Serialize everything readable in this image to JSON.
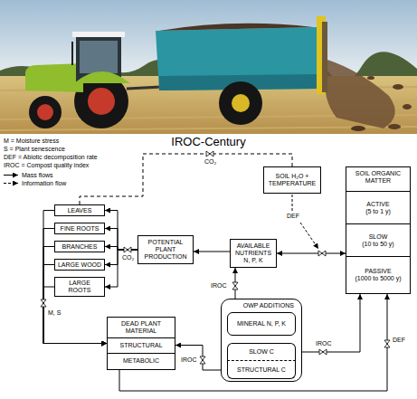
{
  "diagram": {
    "title": "IROC-Century",
    "nodes": [
      {
        "text": [
          "LEAVES"
        ]
      },
      {
        "text": [
          "FINE ROOTS"
        ]
      },
      {
        "text": [
          "BRANCHES"
        ]
      },
      {
        "text": [
          "LARGE WOOD"
        ]
      },
      {
        "text": [
          "LARGE ROOTS"
        ]
      },
      {
        "text": [
          "POTENTIAL PLANT PRODUCTION"
        ]
      },
      {
        "text": [
          "SOIL H₂O + TEMPERATURE"
        ]
      },
      {
        "text": [
          "SOIL ORGANIC MATTER"
        ]
      },
      {
        "text": [
          "ACTIVE",
          "(5 to 1 y)"
        ],
        "in": 7
      },
      {
        "text": [
          "SLOW",
          "(10 to 50 y)"
        ],
        "in": 7
      },
      {
        "text": [
          "PASSIVE",
          "(1000 to 5000 y)"
        ],
        "in": 7
      },
      {
        "text": [
          "AVAILABLE NUTRIENTS N, P, K"
        ]
      },
      {
        "text": [
          "DEAD PLANT MATERIAL"
        ]
      },
      {
        "text": [
          "STRUCTURAL"
        ],
        "in": 12
      },
      {
        "text": [
          "METABOLIC"
        ],
        "in": 12
      },
      {
        "text": [
          "OWP ADDITIONS"
        ]
      },
      {
        "text": [
          "MINERAL N, P, K"
        ],
        "in": 15
      },
      {
        "text": [
          "SLOW C"
        ],
        "in": 15
      },
      {
        "text": [
          "STRUCTURAL C"
        ],
        "in": 15
      }
    ],
    "edges": [
      {
        "from": 5,
        "to": 0,
        "arrow": "to"
      },
      {
        "from": 5,
        "to": 1,
        "arrow": "to"
      },
      {
        "from": 5,
        "to": 2,
        "arrow": "to"
      },
      {
        "from": 5,
        "to": 3,
        "arrow": "to"
      },
      {
        "from": 5,
        "to": 4,
        "arrow": "to"
      },
      {
        "from": 11,
        "to": 5,
        "arrow": "to"
      },
      {
        "from": 11,
        "to": 7,
        "arrow": "both"
      },
      {
        "from": 0,
        "to": 12,
        "arrow": "to"
      },
      {
        "from": 1,
        "to": 12,
        "arrow": "to"
      },
      {
        "from": 2,
        "to": 12,
        "arrow": "to"
      },
      {
        "from": 3,
        "to": 12,
        "arrow": "to"
      },
      {
        "from": 4,
        "to": 12,
        "arrow": "to"
      },
      {
        "from": 12,
        "to": 7,
        "arrow": "to"
      },
      {
        "from": 18,
        "to": 12,
        "arrow": "to"
      },
      {
        "from": 16,
        "to": 11,
        "arrow": "to"
      },
      {
        "from": 17,
        "to": 7,
        "arrow": "to"
      },
      {
        "from": 6,
        "to": 0,
        "arrow": "none"
      }
    ],
    "labels": [
      "CO₂",
      "CO₂",
      "DEF",
      "M, S",
      "IROC",
      "IROC",
      "IROC",
      "DEF"
    ],
    "legend": [
      {
        "text": "M = Moisture stress"
      },
      {
        "text": "S = Plant senescence"
      },
      {
        "text": "DEF = Abiotic decomposition rate"
      },
      {
        "text": "IROC = Compost quality index"
      },
      {
        "text": "Mass flows"
      },
      {
        "text": "Information flow"
      }
    ]
  }
}
